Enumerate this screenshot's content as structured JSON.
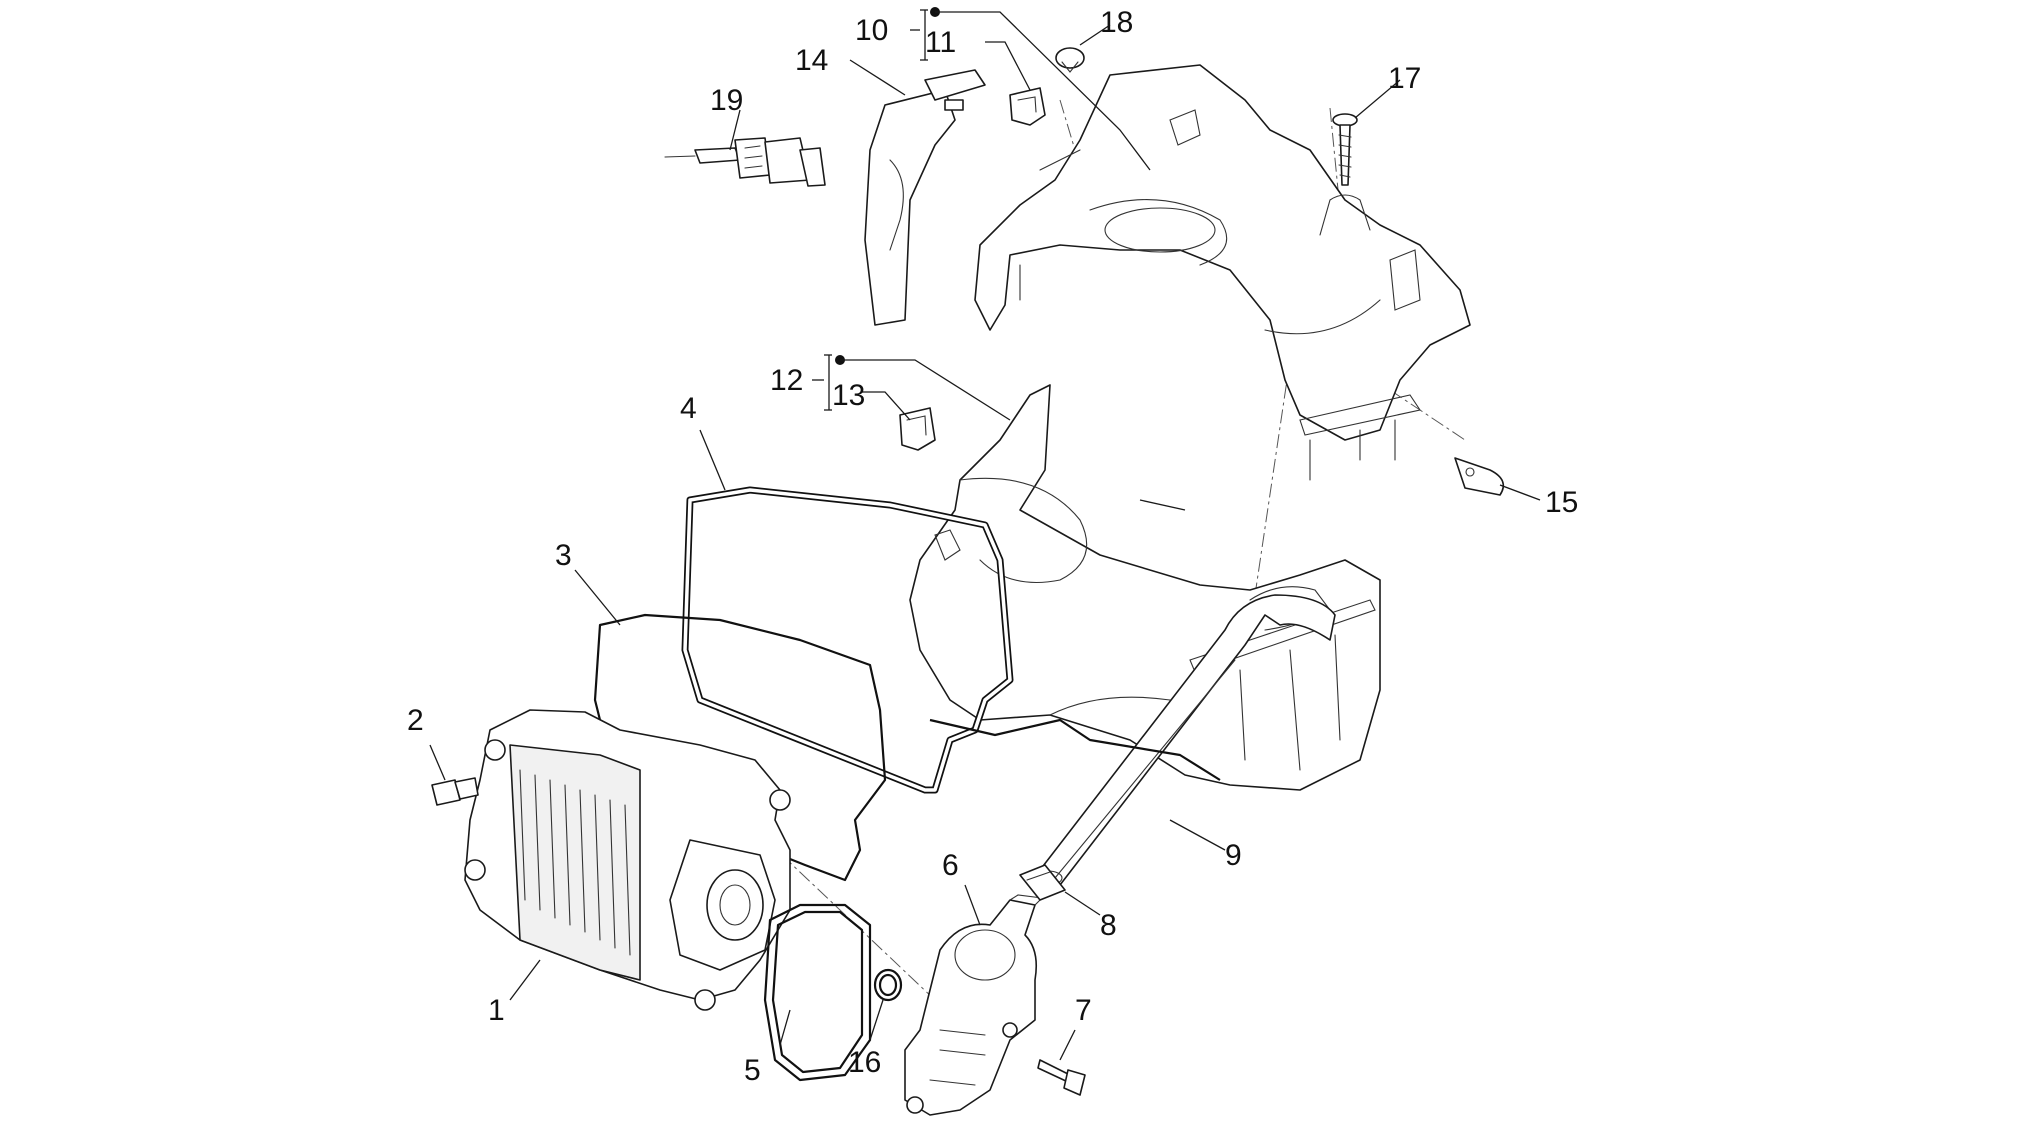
{
  "callouts": [
    {
      "id": "1",
      "label": "1"
    },
    {
      "id": "2",
      "label": "2"
    },
    {
      "id": "3",
      "label": "3"
    },
    {
      "id": "4",
      "label": "4"
    },
    {
      "id": "5",
      "label": "5"
    },
    {
      "id": "6",
      "label": "6"
    },
    {
      "id": "7",
      "label": "7"
    },
    {
      "id": "8",
      "label": "8"
    },
    {
      "id": "9",
      "label": "9"
    },
    {
      "id": "10",
      "label": "10"
    },
    {
      "id": "11",
      "label": "11"
    },
    {
      "id": "12",
      "label": "12"
    },
    {
      "id": "13",
      "label": "13"
    },
    {
      "id": "14",
      "label": "14"
    },
    {
      "id": "15",
      "label": "15"
    },
    {
      "id": "16",
      "label": "16"
    },
    {
      "id": "17",
      "label": "17"
    },
    {
      "id": "18",
      "label": "18"
    },
    {
      "id": "19",
      "label": "19"
    }
  ],
  "kit_markers": [
    "10",
    "12"
  ]
}
